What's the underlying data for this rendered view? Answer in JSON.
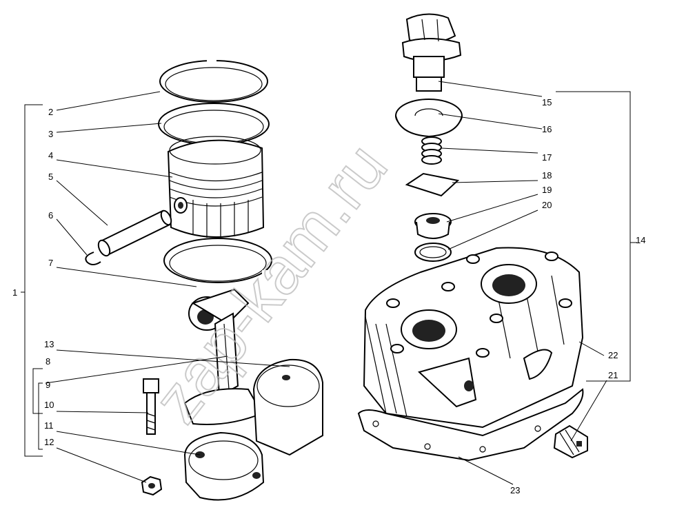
{
  "watermark": "zap-kam.ru",
  "callouts": [
    {
      "id": "1",
      "text": "1"
    },
    {
      "id": "2",
      "text": "2"
    },
    {
      "id": "3",
      "text": "3"
    },
    {
      "id": "4",
      "text": "4"
    },
    {
      "id": "5",
      "text": "5"
    },
    {
      "id": "6",
      "text": "6"
    },
    {
      "id": "7",
      "text": "7"
    },
    {
      "id": "8",
      "text": "8"
    },
    {
      "id": "9",
      "text": "9"
    },
    {
      "id": "10",
      "text": "10"
    },
    {
      "id": "11",
      "text": "11"
    },
    {
      "id": "12",
      "text": "12"
    },
    {
      "id": "13",
      "text": "13"
    },
    {
      "id": "14",
      "text": "14"
    },
    {
      "id": "15",
      "text": "15"
    },
    {
      "id": "16",
      "text": "16"
    },
    {
      "id": "17",
      "text": "17"
    },
    {
      "id": "18",
      "text": "18"
    },
    {
      "id": "19",
      "text": "19"
    },
    {
      "id": "20",
      "text": "20"
    },
    {
      "id": "21",
      "text": "21"
    },
    {
      "id": "22",
      "text": "22"
    },
    {
      "id": "23",
      "text": "23"
    }
  ]
}
